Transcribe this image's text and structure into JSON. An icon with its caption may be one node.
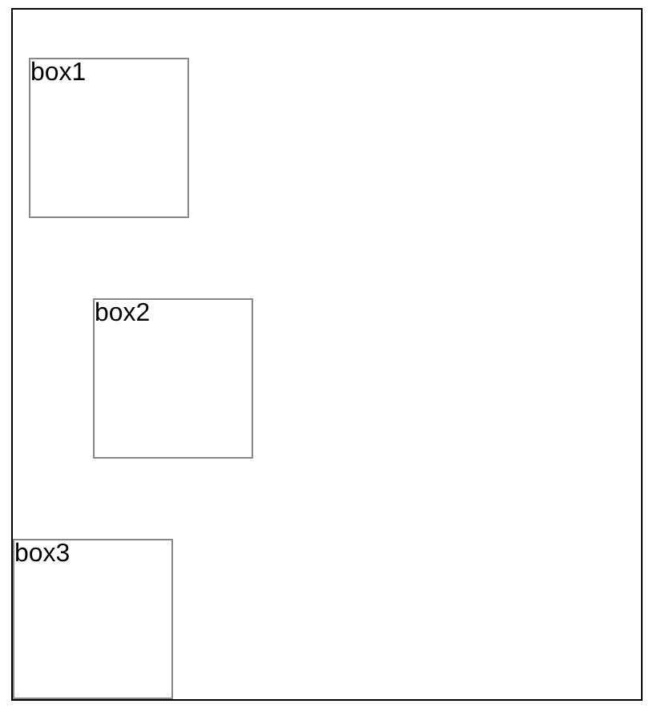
{
  "diagram": {
    "nodes": [
      {
        "text": [],
        "shape": "box"
      },
      {
        "text": [
          "box1"
        ],
        "in": 0
      },
      {
        "text": [
          "box2"
        ],
        "in": 0
      },
      {
        "text": [
          "box3"
        ],
        "in": 0
      }
    ]
  }
}
